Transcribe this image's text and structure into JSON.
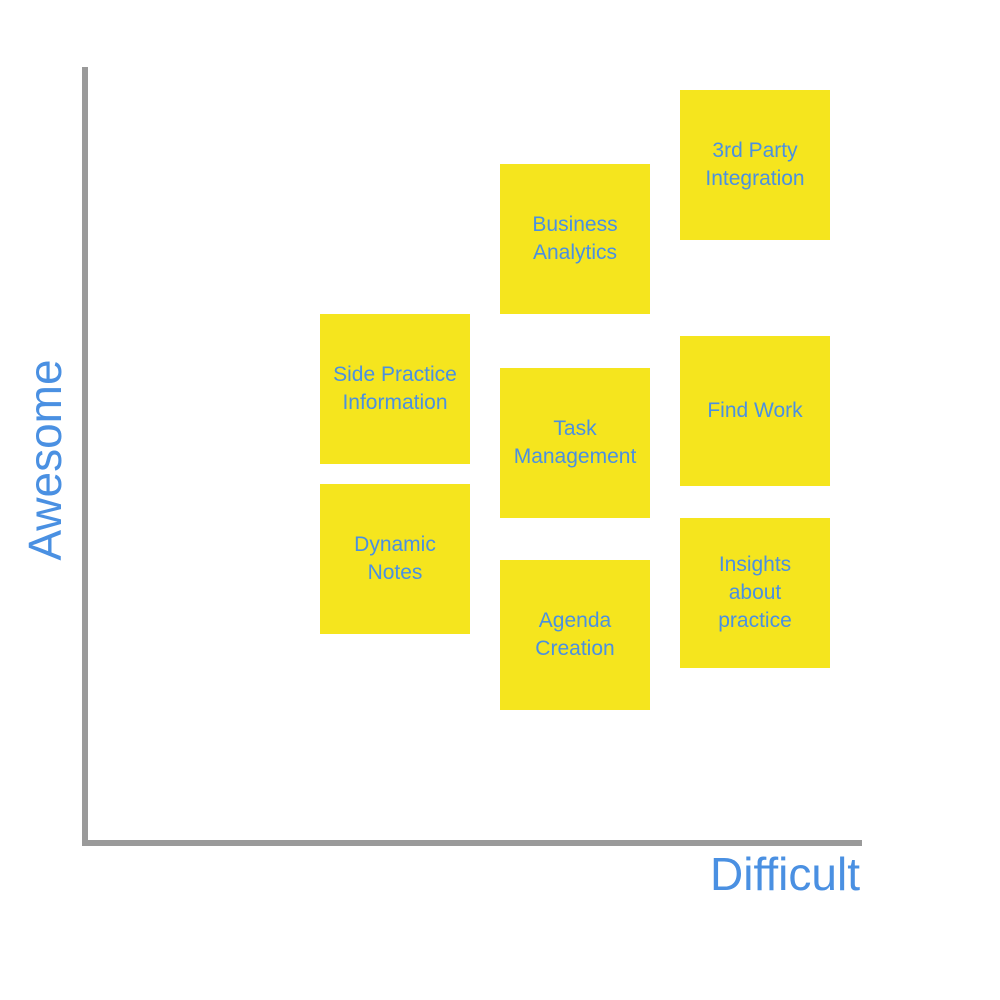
{
  "axes": {
    "x_label": "Difficult",
    "y_label": "Awesome",
    "color": "#4a90e2",
    "line_color": "#9a9a9a"
  },
  "notes": [
    {
      "text": "3rd Party\nIntegration"
    },
    {
      "text": "Business\nAnalytics"
    },
    {
      "text": "Side Practice\nInformation"
    },
    {
      "text": "Find Work"
    },
    {
      "text": "Task\nManagement"
    },
    {
      "text": "Dynamic\nNotes"
    },
    {
      "text": "Insights\nabout\npractice"
    },
    {
      "text": "Agenda\nCreation"
    }
  ],
  "note_color": "#f5e51e"
}
